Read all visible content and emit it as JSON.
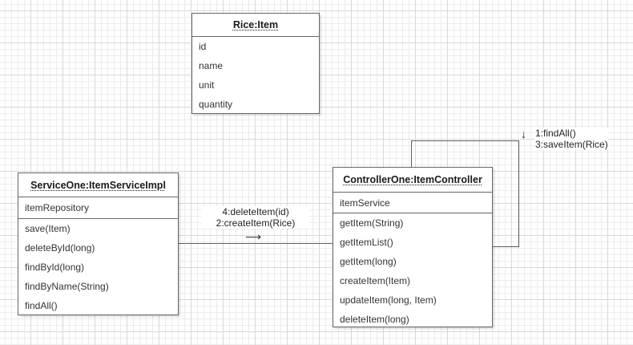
{
  "colors": {
    "box_border": "#666666",
    "edge_line": "#5c5c5c",
    "title_text": "#1a1a1a",
    "body_text": "#333333",
    "grid_minor": "#ececef",
    "grid_major": "#d8d8db",
    "canvas_bg": "#ffffff"
  },
  "boxes": {
    "rice": {
      "title": "Rice:Item",
      "attributes": [
        "id",
        "name",
        "unit",
        "quantity"
      ]
    },
    "service": {
      "title": "ServiceOne:ItemServiceImpl",
      "attributes": [
        "itemRepository"
      ],
      "methods": [
        "save(Item)",
        "deleteById(long)",
        "findById(long)",
        "findByName(String)",
        "findAll()"
      ]
    },
    "controller": {
      "title": "ControllerOne:ItemController",
      "attributes": [
        "itemService"
      ],
      "methods": [
        "getItem(String)",
        "getItemList()",
        "getItem(long)",
        "createItem(Item)",
        "updateItem(long, Item)",
        "deleteItem(long)"
      ]
    }
  },
  "messages": {
    "service_to_controller": {
      "line1": "4:deleteItem(id)",
      "line2": "2:createItem(Rice)",
      "direction_icon": "⟶"
    },
    "controller_self_loop": {
      "line1": "1:findAll()",
      "line2": "3:saveItem(Rice)",
      "direction_icon": "↓"
    }
  }
}
